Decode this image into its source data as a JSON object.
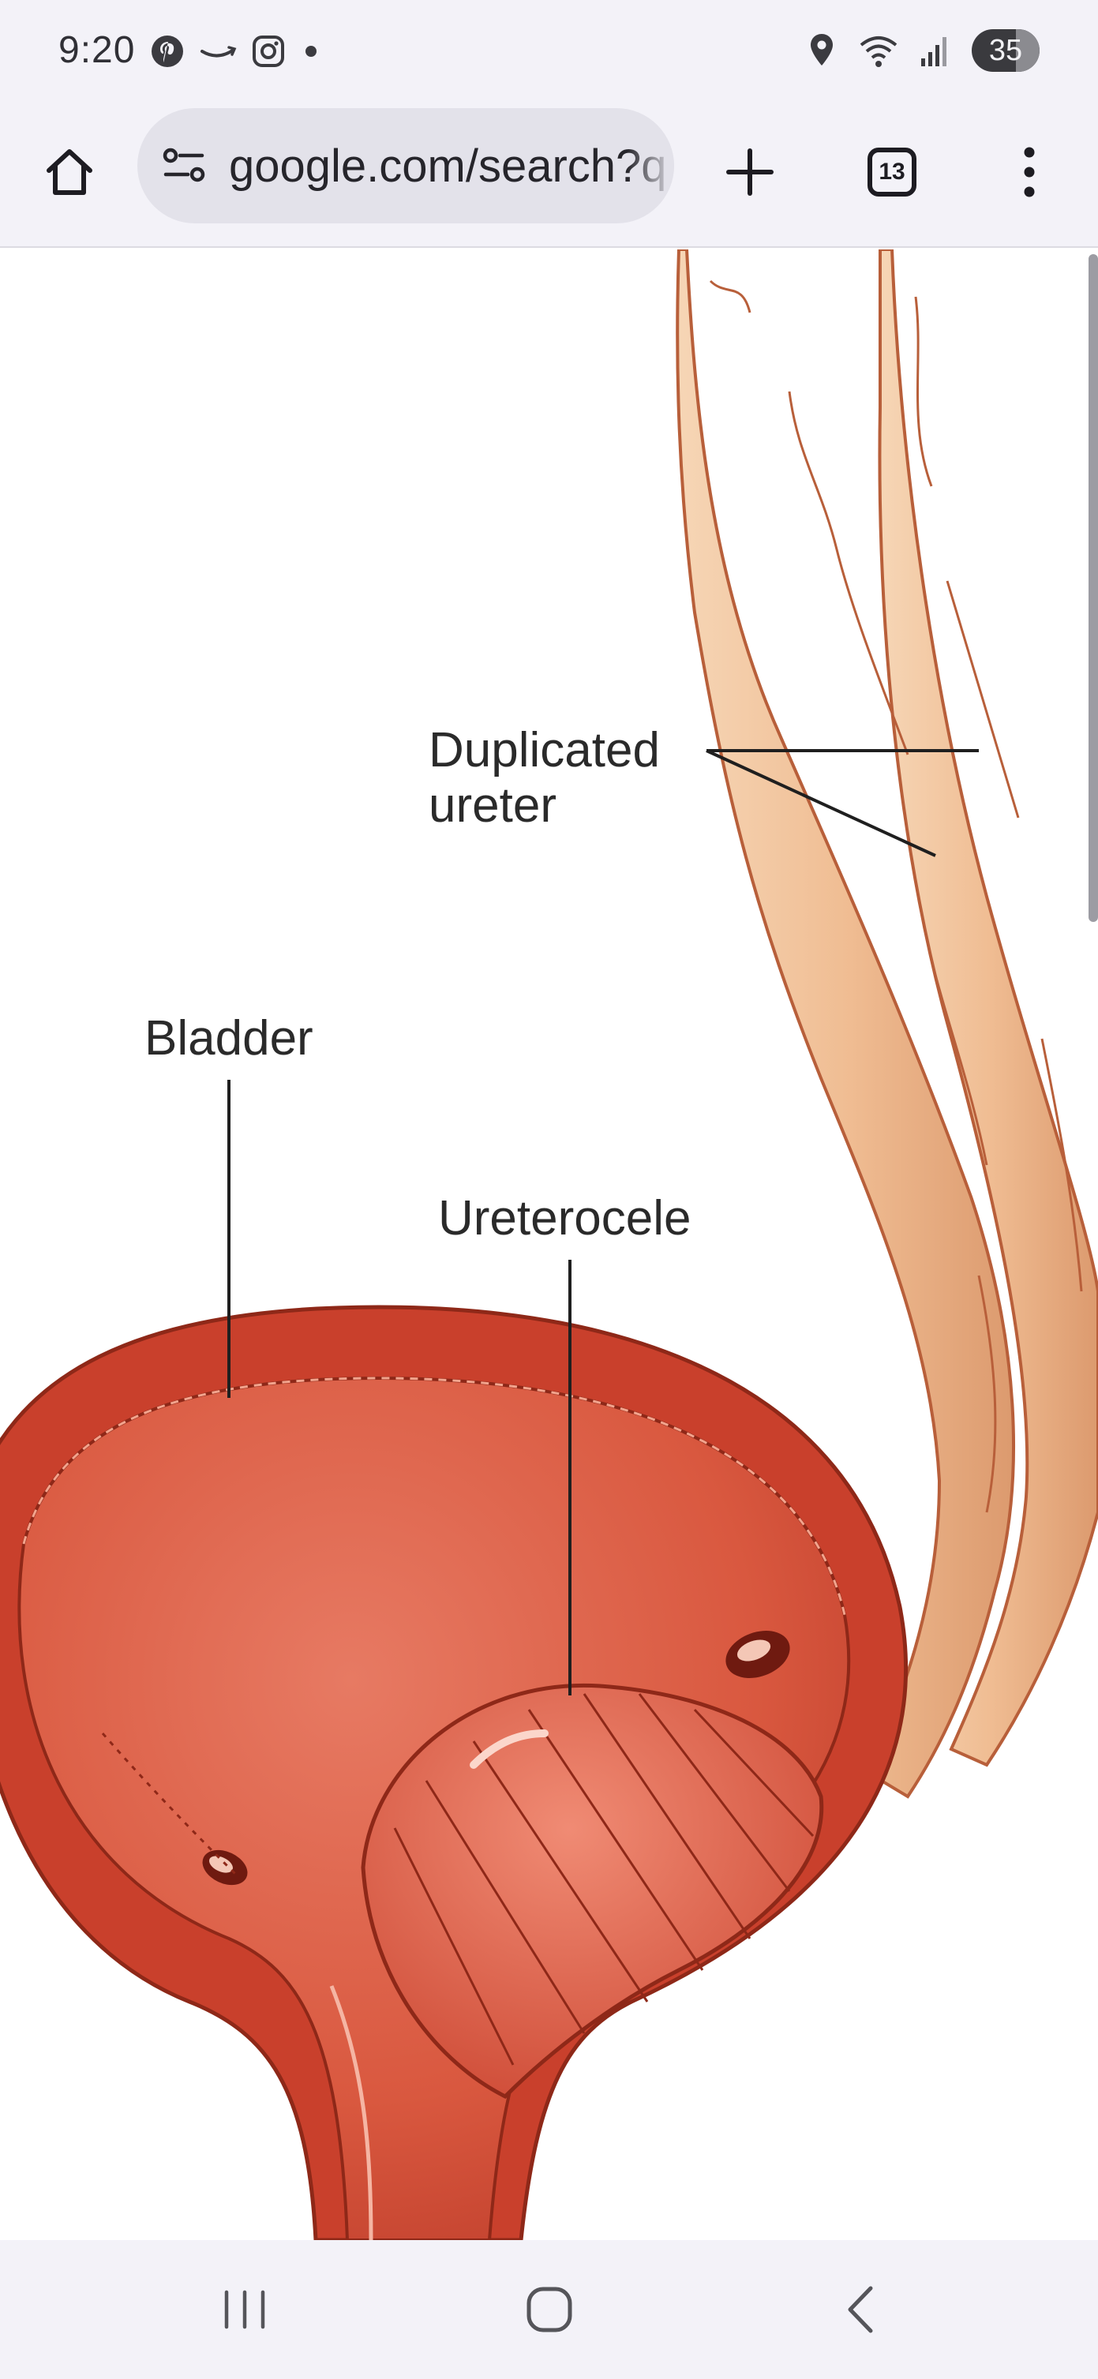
{
  "status_bar": {
    "time": "9:20",
    "battery": "35",
    "left_icons": [
      "pinterest-icon",
      "amazon-icon",
      "instagram-icon",
      "dot-icon"
    ],
    "right_icons": [
      "location-icon",
      "wifi-icon",
      "signal-icon",
      "battery-icon"
    ]
  },
  "browser": {
    "url": "google.com/search?q",
    "tab_count": "13",
    "icons": [
      "home-icon",
      "site-settings-icon",
      "new-tab-icon",
      "tab-switcher-icon",
      "more-menu-icon"
    ]
  },
  "illustration": {
    "labels": {
      "duplicated_line1": "Duplicated",
      "duplicated_line2": "ureter",
      "bladder": "Bladder",
      "ureterocele": "Ureterocele"
    },
    "colors": {
      "bladder_wall": "#c9402c",
      "bladder_inner": "#e0614a",
      "ureter": "#f1c29a",
      "ureter_outline": "#b85f3a"
    }
  },
  "nav_bar": {
    "icons": [
      "recent-apps-icon",
      "home-circle-icon",
      "back-icon"
    ]
  }
}
